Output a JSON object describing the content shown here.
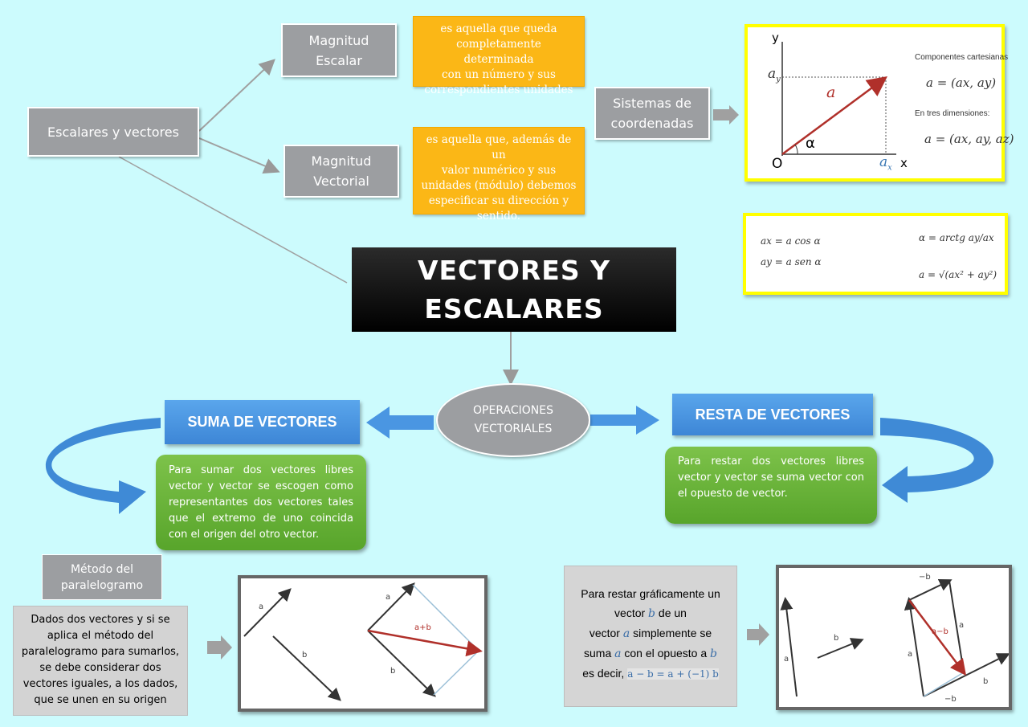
{
  "main_title": {
    "line1": "VECTORES Y",
    "line2": "ESCALARES"
  },
  "escalares_vectores": "Escalares y vectores",
  "magnitud_escalar": {
    "line1": "Magnitud",
    "line2": "Escalar"
  },
  "magnitud_vectorial": {
    "line1": "Magnitud",
    "line2": "Vectorial"
  },
  "def_escalar": [
    "es aquella que queda",
    "completamente determinada",
    "con un número y sus",
    "correspondientes unidades"
  ],
  "def_vectorial": [
    "es aquella que, además de un",
    "valor numérico y sus",
    "unidades (módulo) debemos",
    "especificar su dirección y",
    "sentido."
  ],
  "sistemas": {
    "line1": "Sistemas de",
    "line2": "coordenadas"
  },
  "coord_graph": {
    "y_label": "y",
    "x_label": "x",
    "origin": "O",
    "alpha": "α",
    "vec": "a",
    "ay": "a",
    "ay_sub": "y",
    "ax": "a",
    "ax_sub": "x",
    "comp_title": "Componentes cartesianas",
    "comp_formula": "a = (ax, ay)",
    "three_title": "En tres dimensiones:",
    "three_formula": "a = (ax, ay, az)"
  },
  "formulas": {
    "f1": "ax = a cos α",
    "f2": "ay = a sen α",
    "f3": "α = arctg ay/ax",
    "f4": "a = √(ax² + ay²)"
  },
  "operaciones": {
    "line1": "OPERACIONES",
    "line2": "VECTORIALES"
  },
  "suma_title": "SUMA DE VECTORES",
  "resta_title": "RESTA DE VECTORES",
  "suma_text": "Para sumar dos vectores libres vector y vector se escogen como representantes dos vectores tales que el extremo de uno coincida con el origen del otro vector.",
  "resta_text": "Para restar dos vectores libres vector y vector se suma vector con el opuesto de vector.",
  "metodo": {
    "line1": "Método del",
    "line2": "paralelogramo"
  },
  "dados_text": [
    "Dados dos vectores y si se",
    "aplica el método del",
    "paralelogramo para sumarlos,",
    "se debe considerar dos",
    "vectores iguales, a los dados,",
    "que se unen en su origen"
  ],
  "restar_text": {
    "l1": "Para restar gráficamente un",
    "l2a": "vector",
    "l2b": "de un",
    "l3a": "vector",
    "l3b": "simplemente se",
    "l4a": "suma",
    "l4b": "con el opuesto a",
    "l5a": "es decir,",
    "l5b": "a − b = a + (−1) b"
  },
  "diag_labels": {
    "a": "a",
    "b": "b",
    "sum": "a+b",
    "diff": "a−b",
    "negb": "−b"
  },
  "colors": {
    "background": "#ccfbfd",
    "gray_box": "#9c9ea1",
    "orange": "#fbb716",
    "blue_bar": "#4a96e2",
    "green": "#6bb53a",
    "yellow_frame": "#ffff00",
    "red_vector": "#c0302a"
  }
}
